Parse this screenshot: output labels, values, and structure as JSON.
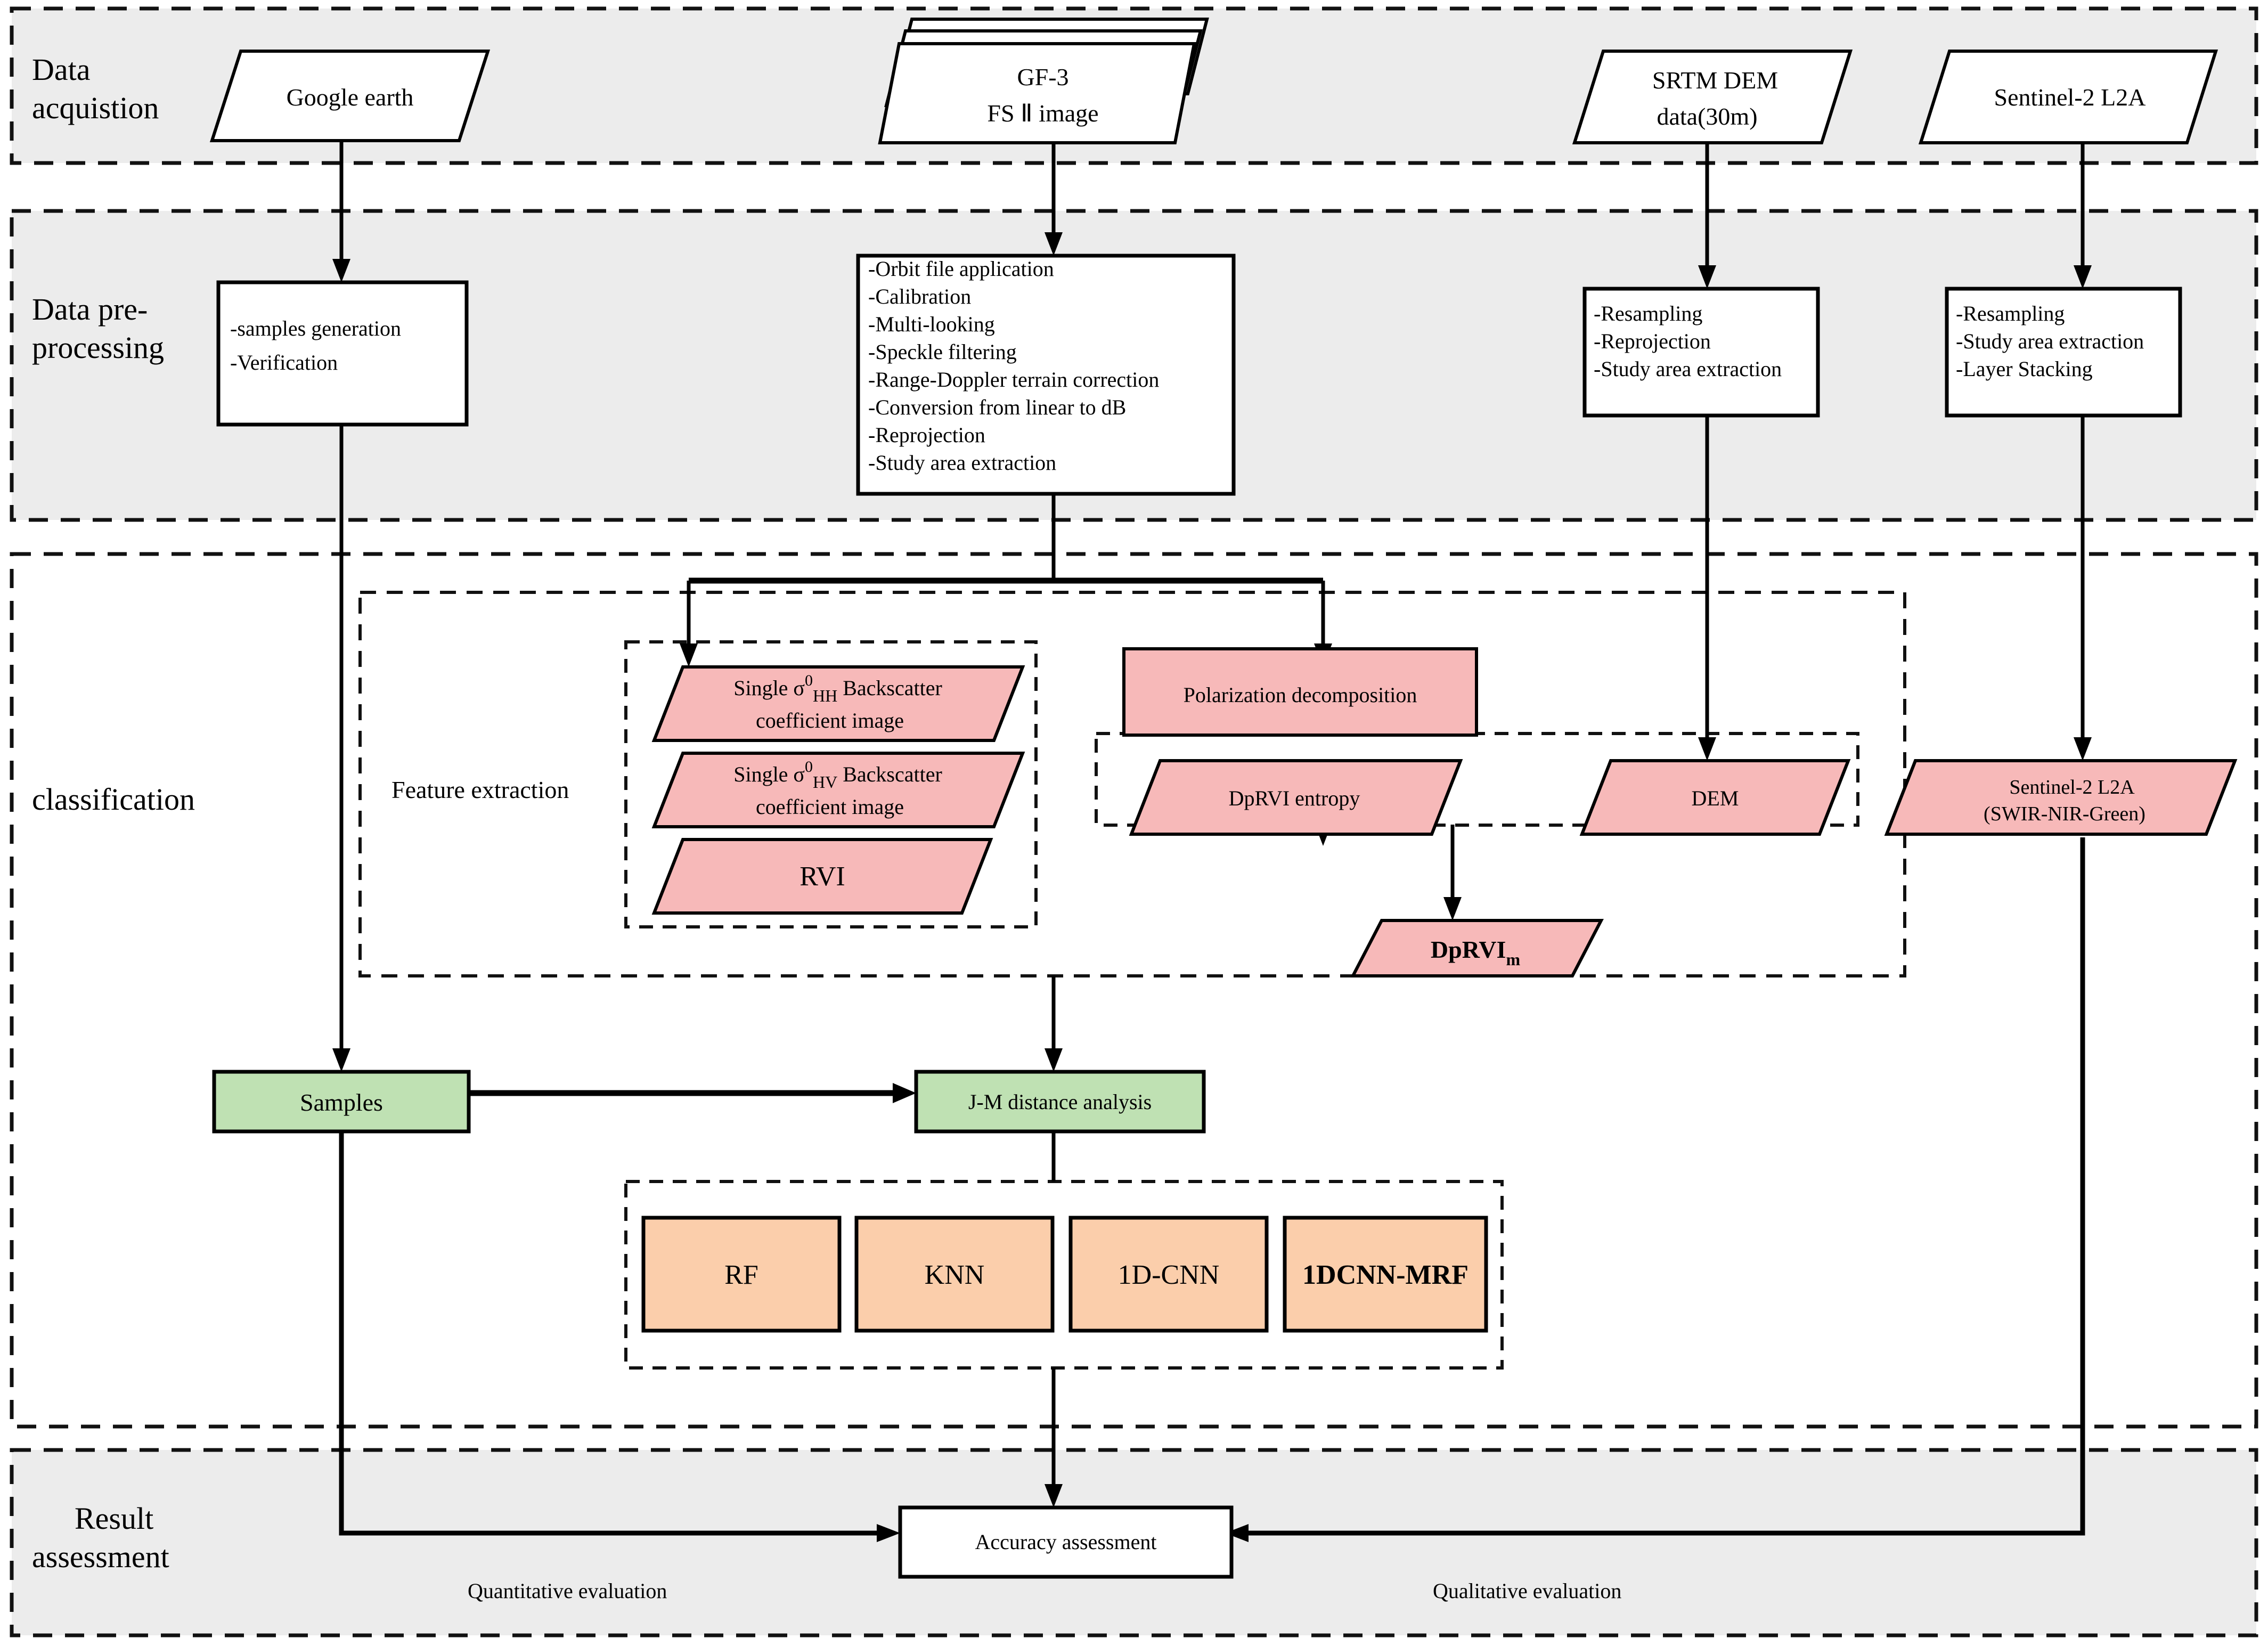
{
  "diagram": {
    "title_present": false,
    "colors": {
      "band_fill": "#ececec",
      "pink": "#f7b9b9",
      "green": "#bfe1b3",
      "orange": "#fbceab",
      "white": "#ffffff",
      "stroke": "#000000"
    },
    "bands": [
      {
        "id": "data-acquisition",
        "label": "Data\nacquistion",
        "label_line1": "Data",
        "label_line2": "acquistion"
      },
      {
        "id": "data-preprocessing",
        "label_line1": "Data pre-",
        "label_line2": "processing"
      },
      {
        "id": "classification",
        "label_line1": "classification",
        "label_line2": ""
      },
      {
        "id": "result-assessment",
        "label_line1": "Result",
        "label_line2": "assessment"
      }
    ],
    "group_labels": {
      "feature_extraction": "Feature extraction"
    },
    "nodes": {
      "google_earth": {
        "label": "Google earth",
        "shape": "parallelogram",
        "fill": "white"
      },
      "gf3": {
        "line1": "GF-3",
        "line2": "FS Ⅱ image",
        "shape": "stacked-parallelogram",
        "fill": "white"
      },
      "srtm_dem": {
        "line1": "SRTM DEM",
        "line2": "data(30m)",
        "shape": "parallelogram",
        "fill": "white"
      },
      "sentinel2_l2a": {
        "label": "Sentinel-2 L2A",
        "shape": "parallelogram",
        "fill": "white"
      },
      "prep_samples": {
        "lines": [
          "-samples generation",
          "-Verification"
        ],
        "shape": "rect",
        "fill": "white"
      },
      "prep_gf3": {
        "lines": [
          "-Orbit file application",
          "-Calibration",
          "-Multi-looking",
          "-Speckle filtering",
          "-Range-Doppler terrain correction",
          "-Conversion from linear to dB",
          "-Reprojection",
          "-Study area extraction"
        ],
        "shape": "rect",
        "fill": "white"
      },
      "prep_dem": {
        "lines": [
          "-Resampling",
          "-Reprojection",
          "-Study area extraction"
        ],
        "shape": "rect",
        "fill": "white"
      },
      "prep_s2": {
        "lines": [
          "-Resampling",
          "-Study area extraction",
          "-Layer Stacking"
        ],
        "shape": "rect",
        "fill": "white"
      },
      "sigma_hh": {
        "pre": "Single σ",
        "sup": "0",
        "sub": "HH",
        "post": " Backscatter",
        "line2": "coefficient image",
        "shape": "parallelogram",
        "fill": "pink"
      },
      "sigma_hv": {
        "pre": "Single σ",
        "sup": "0",
        "sub": "HV",
        "post": " Backscatter",
        "line2": "coefficient image",
        "shape": "parallelogram",
        "fill": "pink"
      },
      "rvi": {
        "label": "RVI",
        "shape": "parallelogram",
        "fill": "pink"
      },
      "pol_decomp": {
        "label": "Polarization decomposition",
        "shape": "rect",
        "fill": "pink"
      },
      "dprvi_entropy": {
        "label": "DpRVI  entropy",
        "shape": "parallelogram",
        "fill": "pink"
      },
      "dem": {
        "label": "DEM",
        "shape": "parallelogram",
        "fill": "pink"
      },
      "s2_bands": {
        "line1": "Sentinel-2 L2A",
        "line2": "(SWIR-NIR-Green)",
        "shape": "parallelogram",
        "fill": "pink"
      },
      "dprvi_m": {
        "pre": "DpRVI",
        "sub": "m",
        "shape": "parallelogram",
        "fill": "pink",
        "bold": true
      },
      "samples": {
        "label": "Samples",
        "shape": "rect",
        "fill": "green"
      },
      "jm_distance": {
        "label": "J-M distance analysis",
        "shape": "rect",
        "fill": "green"
      },
      "rf": {
        "label": "RF",
        "shape": "rect",
        "fill": "orange"
      },
      "knn": {
        "label": "KNN",
        "shape": "rect",
        "fill": "orange"
      },
      "cnn1d": {
        "label": "1D-CNN",
        "shape": "rect",
        "fill": "orange"
      },
      "cnn1d_mrf": {
        "label": "1DCNN-MRF",
        "shape": "rect",
        "fill": "orange",
        "bold": true
      },
      "accuracy_assessment": {
        "label": "Accuracy assessment",
        "shape": "rect",
        "fill": "white"
      }
    },
    "edge_labels": {
      "quantitative": "Quantitative evaluation",
      "qualitative": "Qualitative evaluation"
    }
  }
}
